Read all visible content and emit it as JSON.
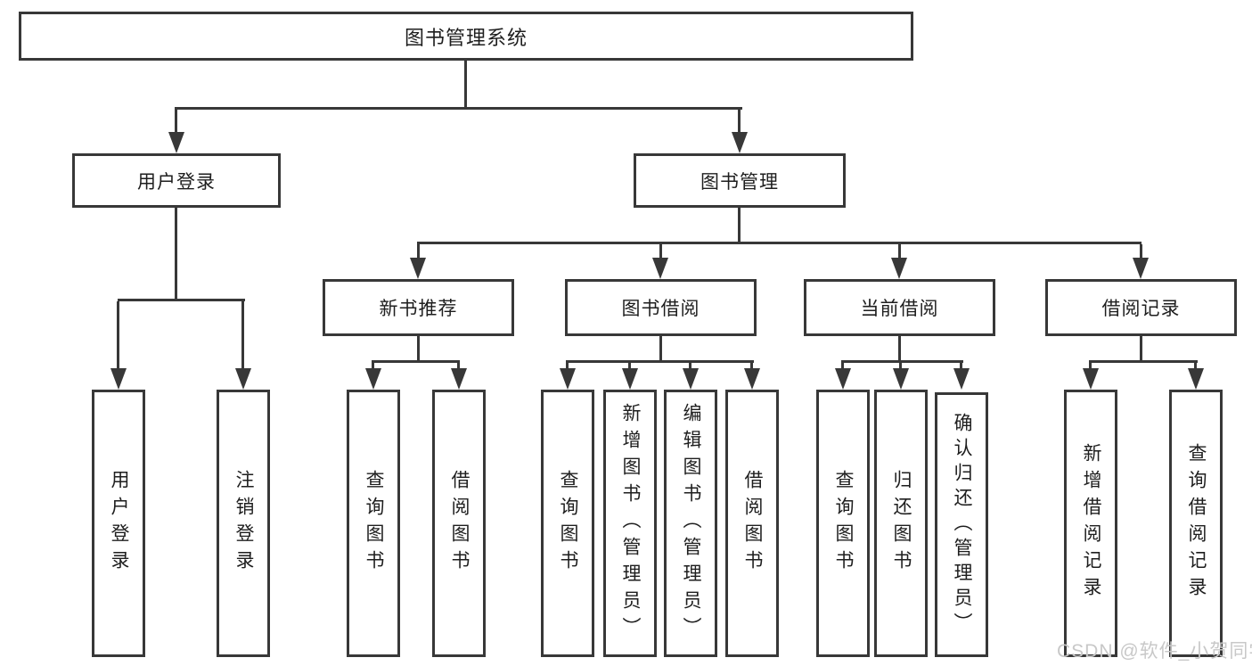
{
  "tree": {
    "root": {
      "label": "图书管理系统"
    },
    "branches": [
      {
        "label": "用户登录",
        "children": [
          {
            "label": "用户登录"
          },
          {
            "label": "注销登录"
          }
        ]
      },
      {
        "label": "图书管理",
        "children": [
          {
            "label": "新书推荐",
            "children": [
              {
                "label": "查询图书"
              },
              {
                "label": "借阅图书"
              }
            ]
          },
          {
            "label": "图书借阅",
            "children": [
              {
                "label": "查询图书"
              },
              {
                "label": "新增图书（管理员）"
              },
              {
                "label": "编辑图书（管理员）"
              },
              {
                "label": "借阅图书"
              }
            ]
          },
          {
            "label": "当前借阅",
            "children": [
              {
                "label": "查询图书"
              },
              {
                "label": "归还图书"
              },
              {
                "label": "确认归还（管理员）"
              }
            ]
          },
          {
            "label": "借阅记录",
            "children": [
              {
                "label": "新增借阅记录"
              },
              {
                "label": "查询借阅记录"
              }
            ]
          }
        ]
      }
    ]
  },
  "watermark": {
    "text": "CSDN @软件_小贺同学",
    "color": "#c8c8c8"
  },
  "colors": {
    "line": "#383838",
    "box_background": "#ffffff",
    "text": "#1e1e1e"
  }
}
